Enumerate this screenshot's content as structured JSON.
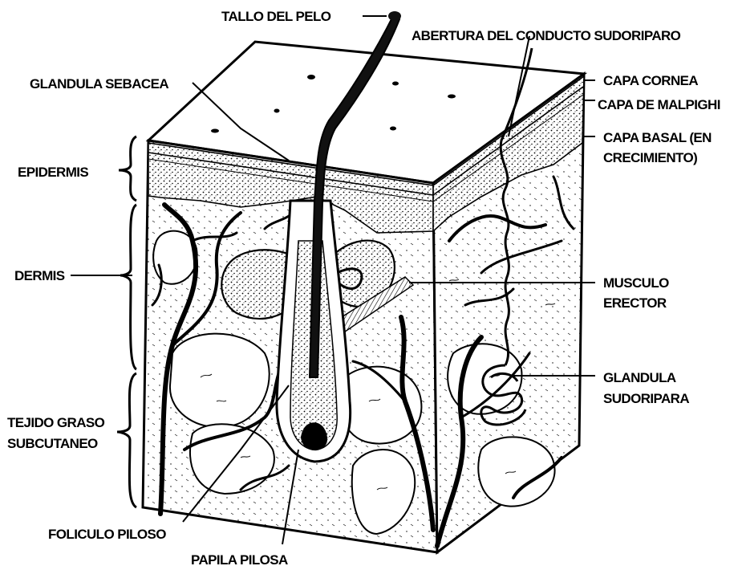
{
  "labels": {
    "tallo_del_pelo": "TALLO DEL PELO",
    "abertura_conducto": "ABERTURA DEL CONDUCTO SUDORIPARO",
    "glandula_sebacea": "GLANDULA SEBACEA",
    "capa_cornea": "CAPA CORNEA",
    "capa_malpighi": "CAPA DE MALPIGHI",
    "capa_basal_1": "CAPA BASAL (EN",
    "capa_basal_2": "CRECIMIENTO)",
    "epidermis": "EPIDERMIS",
    "dermis": "DERMIS",
    "musculo_1": "MUSCULO",
    "musculo_2": "ERECTOR",
    "glandula_sudoripara_1": "GLANDULA",
    "glandula_sudoripara_2": "SUDORIPARA",
    "tejido_1": "TEJIDO GRASO",
    "tejido_2": "SUBCUTANEO",
    "foliculo_piloso": "FOLICULO PILOSO",
    "papila_pilosa": "PAPILA PILOSA"
  }
}
